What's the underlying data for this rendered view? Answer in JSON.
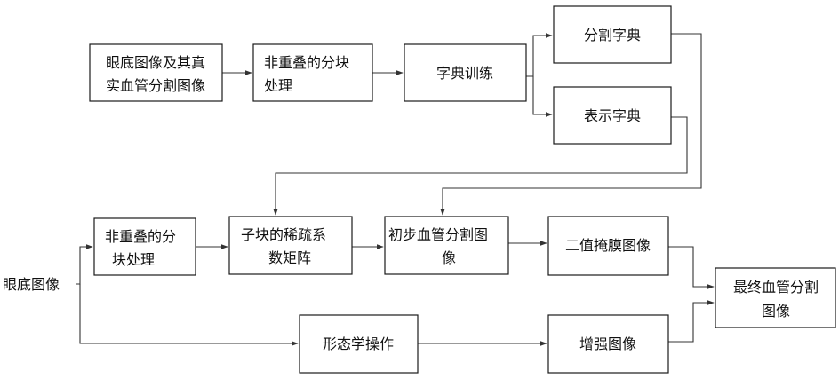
{
  "diagram": {
    "nodes": {
      "fundus_gt": [
        "眼底图像及其真",
        "实血管分割图像"
      ],
      "nonoverlap_top": [
        "非重叠的分块",
        "处理"
      ],
      "dict_train": [
        "字典训练"
      ],
      "seg_dict": [
        "分割字典"
      ],
      "rep_dict": [
        "表示字典"
      ],
      "fundus_input": [
        "眼底图像"
      ],
      "nonoverlap_bottom": [
        "非重叠的分",
        "块处理"
      ],
      "sparse_coef": [
        "子块的稀疏系",
        "数矩阵"
      ],
      "initial_seg": [
        "初步血管分割图",
        "像"
      ],
      "binary_mask": [
        "二值掩膜图像"
      ],
      "final_seg": [
        "最终血管分割",
        "图像"
      ],
      "morph_op": [
        "形态学操作"
      ],
      "enhanced": [
        "增强图像"
      ]
    }
  }
}
